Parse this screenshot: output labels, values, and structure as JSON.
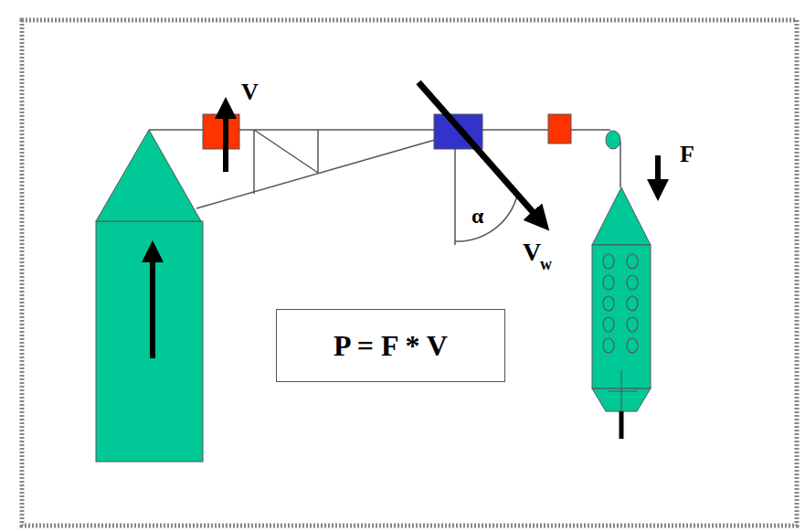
{
  "diagram": {
    "nodes": [
      {
        "text": [
          "P = F * V"
        ]
      }
    ],
    "labels": [
      "V",
      "α",
      "V",
      "w",
      "F"
    ]
  }
}
